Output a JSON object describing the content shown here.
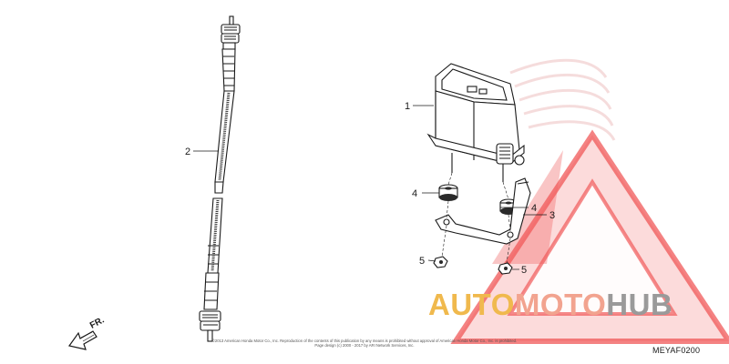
{
  "parts": [
    {
      "ref": "1",
      "name_shown": ""
    },
    {
      "ref": "2"
    },
    {
      "ref": "3"
    },
    {
      "ref": "4"
    },
    {
      "ref": "5"
    }
  ],
  "callouts": {
    "speedometer": "1",
    "cable": "2",
    "bracket": "3",
    "grommet_left": "4",
    "grommet_right": "4",
    "nut_left": "5",
    "nut_right": "5"
  },
  "direction_label": "FR.",
  "diagram_code": "MEYAF0200",
  "copyright_line1": "©2013 American Honda Motor Co., Inc. Reproduction of the contents of this publication by any means is prohibited without approval of American Honda Motor Co., Inc. is prohibited.",
  "copyright_line2": "Page design (c) 2000 - 2017 by ARI Network Services, Inc.",
  "watermark": {
    "part_a": "AUTO",
    "part_b": "MOTO",
    "part_c": "HUB",
    "colors": {
      "auto": "#f0b94d",
      "moto": "#f2a38f",
      "hub": "#9a9a9a",
      "triangle": "#ee3b3b"
    }
  }
}
